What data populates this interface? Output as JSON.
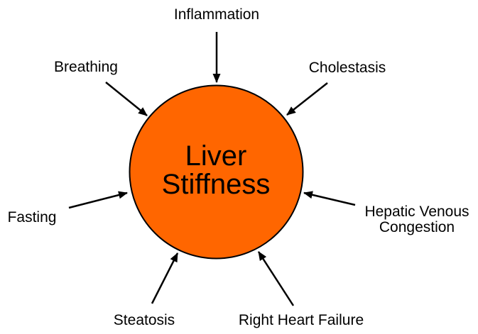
{
  "diagram": {
    "center_label": "Liver Stiffness",
    "factors": {
      "top": "Inflammation",
      "top_left": "Breathing",
      "top_right": "Cholestasis",
      "left": "Fasting",
      "right": "Hepatic Venous Congestion",
      "bottom_left": "Steatosis",
      "bottom_right": "Right Heart Failure"
    },
    "colors": {
      "circle_fill": "#FF6600",
      "circle_stroke": "#000000",
      "arrow": "#000000",
      "label_text": "#000000",
      "background": "#FFFFFF"
    }
  }
}
